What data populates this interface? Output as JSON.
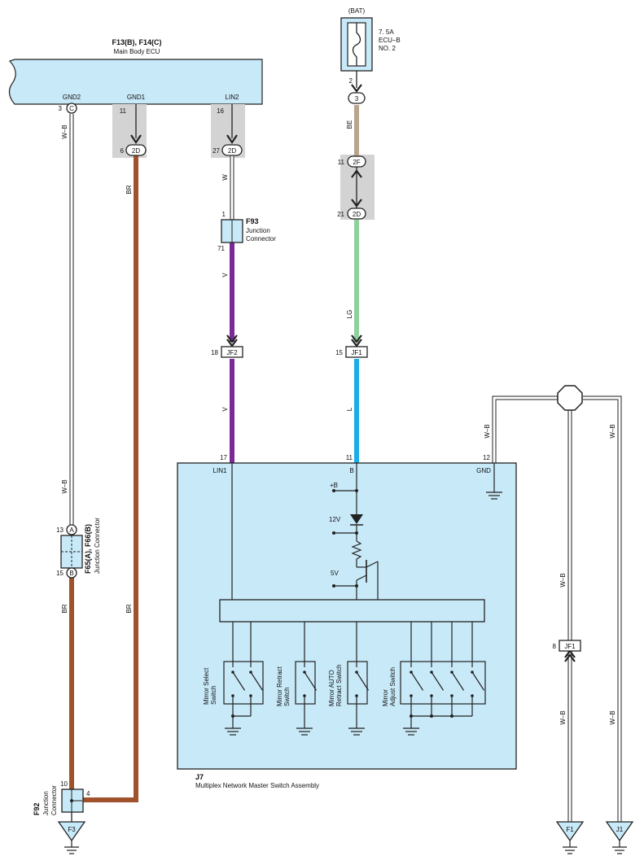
{
  "colors": {
    "box_fill": "#c8e9f8",
    "shade": "#d3d3d3",
    "wire_br": "#a0522d",
    "wire_v": "#7a2a96",
    "wire_lg": "#8fd19e",
    "wire_l": "#1aaee6",
    "wire_be": "#b9a58e",
    "wire_outline": "#222222"
  },
  "ecu": {
    "code": "F13(B), F14(C)",
    "name": "Main Body ECU",
    "terminals": {
      "gnd2": "GND2",
      "gnd1": "GND1",
      "lin2": "LIN2"
    },
    "pins": {
      "gnd2": "3",
      "gnd2_conn": "C",
      "gnd1": "11",
      "lin2": "16"
    }
  },
  "battery": {
    "source": "(BAT)",
    "fuse_rating": "7. 5A",
    "fuse_name": "ECU–B",
    "fuse_no": "NO. 2",
    "pin_out": "2",
    "conn_3": "3"
  },
  "connectors": {
    "c2d_left_pin": "6",
    "c2d_left": "2D",
    "c2d_mid_pin": "27",
    "c2d_mid": "2D",
    "c2f_pin": "11",
    "c2f": "2F",
    "c2d_right_pin": "21",
    "c2d_right": "2D",
    "jf2_pin": "18",
    "jf2": "JF2",
    "jf1_pin": "15",
    "jf1": "JF1",
    "jf1b_pin": "8",
    "jf1b": "JF1"
  },
  "wires": {
    "wb_left_top": "W–B",
    "wb_left_mid": "W–B",
    "br_left": "BR",
    "br_gnd1": "BR",
    "br_gnd1_low": "BR",
    "w_lin2": "W",
    "v_upper": "V",
    "v_lower": "V",
    "be": "BE",
    "lg": "LG",
    "l": "L",
    "wb_gnd": "W–B",
    "wb_right1": "W–B",
    "wb_right2": "W–B",
    "wb_f1": "W–B",
    "wb_j1": "W–B"
  },
  "f93": {
    "code": "F93",
    "line1": "Junction",
    "line2": "Connector",
    "pin_top": "1",
    "pin_bottom": "71"
  },
  "f65": {
    "code": "F65(A), F66(B)",
    "name": "Junction Connector",
    "pin_top": "13",
    "conn_top": "A",
    "pin_bottom": "15",
    "conn_bottom": "B"
  },
  "f92": {
    "code": "F92",
    "line1": "Junction",
    "line2": "Connector",
    "pin_left": "10",
    "pin_right": "4"
  },
  "j7": {
    "code": "J7",
    "name": "Multiplex Network Master Switch Assembly",
    "pin_lin1": "17",
    "lin1": "LIN1",
    "pin_b": "11",
    "b": "B",
    "pin_gnd": "12",
    "gnd": "GND",
    "plus_b": "+B",
    "v12": "12V",
    "v5": "5V",
    "switches": {
      "mirror_select": [
        "Mirror Select",
        "Switch"
      ],
      "mirror_retract": [
        "Mirror Retract",
        "Switch"
      ],
      "mirror_auto": [
        "Mirror AUTO",
        "Retract Switch"
      ],
      "mirror_adjust": [
        "Mirror",
        "Adjust Switch"
      ]
    }
  },
  "grounds": {
    "f3": "F3",
    "f1": "F1",
    "j1": "J1"
  }
}
